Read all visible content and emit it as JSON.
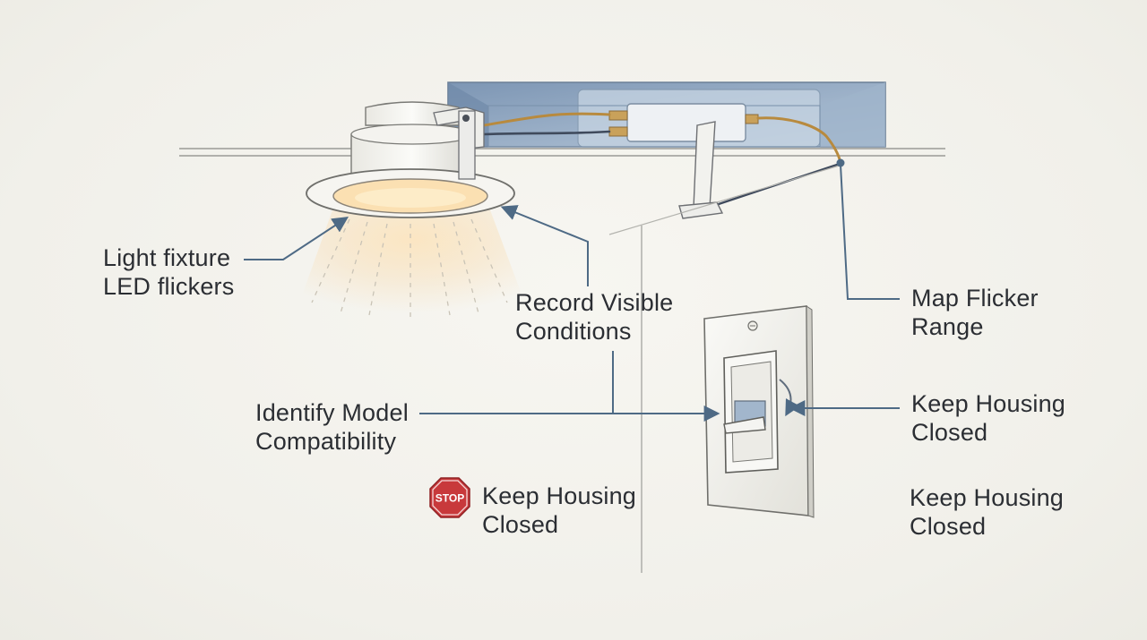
{
  "labels": {
    "fixture": {
      "line1": "Light fixture",
      "line2": "LED flickers"
    },
    "record": {
      "line1": "Record Visible",
      "line2": "Conditions"
    },
    "map": {
      "line1": "Map Flicker",
      "line2": "Range"
    },
    "identify": {
      "line1": "Identify Model",
      "line2": "Compatibility"
    },
    "housing_right": {
      "line1": "Keep Housing",
      "line2": "Closed"
    },
    "housing_stop": {
      "line1": "Keep Housing",
      "line2": "Closed"
    },
    "housing_bottom": {
      "line1": "Keep Housing",
      "line2": "Closed"
    }
  },
  "stop_sign": {
    "text": "STOP"
  },
  "colors": {
    "leader": "#4e6a85",
    "stop_red": "#c8393b",
    "box_blue": "#8ea6c2",
    "glow": "#f7c98a"
  }
}
